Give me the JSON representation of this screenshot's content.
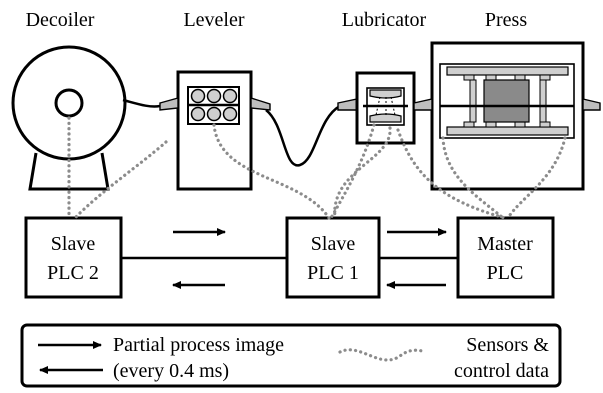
{
  "machines": {
    "decoiler": "Decoiler",
    "leveler": "Leveler",
    "lubricator": "Lubricator",
    "press": "Press"
  },
  "plcs": {
    "slave2": [
      "Slave",
      "PLC 2"
    ],
    "slave1": [
      "Slave",
      "PLC 1"
    ],
    "master": [
      "Master",
      "PLC"
    ]
  },
  "legend": {
    "arrow_line1": "Partial process image",
    "arrow_line2": "(every 0.4 ms)",
    "dotted_line1": "Sensors &",
    "dotted_line2": "control data"
  },
  "colors": {
    "line": "#000000",
    "sensor_dots": "#8c8c8c",
    "metal_fill": "#cfcfcf",
    "press_block": "#8a8a8a"
  }
}
